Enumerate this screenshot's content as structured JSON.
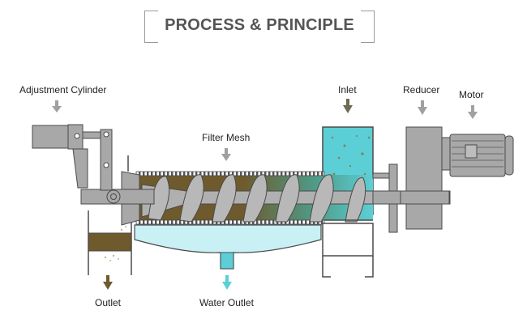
{
  "title": "PROCESS & PRINCIPLE",
  "labels": {
    "adjustment_cylinder": "Adjustment Cylinder",
    "filter_mesh": "Filter Mesh",
    "inlet": "Inlet",
    "reducer": "Reducer",
    "motor": "Motor",
    "outlet": "Outlet",
    "water_outlet": "Water Outlet"
  },
  "colors": {
    "title_text": "#555555",
    "bracket": "#9a9a9a",
    "machine_gray": "#a8a8a8",
    "outline": "#4a4a4a",
    "sludge": "#6e5a2c",
    "water_cyan": "#5ccfd6",
    "filtrate_light": "#c9f0f4",
    "arrow_gray": "#a0a0a0",
    "arrow_brown": "#6e5a2c",
    "arrow_cyan": "#5ccfd6"
  }
}
